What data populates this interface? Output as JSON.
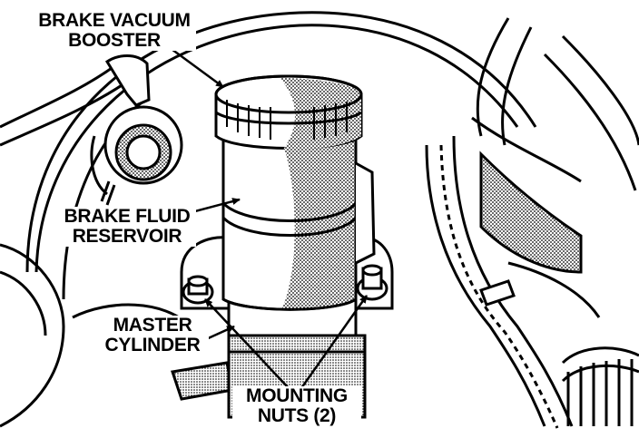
{
  "labels": {
    "booster": {
      "line1": "BRAKE VACUUM",
      "line2": "BOOSTER"
    },
    "reservoir": {
      "line1": "BRAKE FLUID",
      "line2": "RESERVOIR"
    },
    "master_cylinder": {
      "line1": "MASTER",
      "line2": "CYLINDER"
    },
    "mounting_nuts": {
      "line1": "MOUNTING",
      "line2": "NUTS (2)"
    }
  },
  "colors": {
    "ink": "#000000",
    "paper": "#ffffff",
    "shade": "#8a8a8a"
  }
}
